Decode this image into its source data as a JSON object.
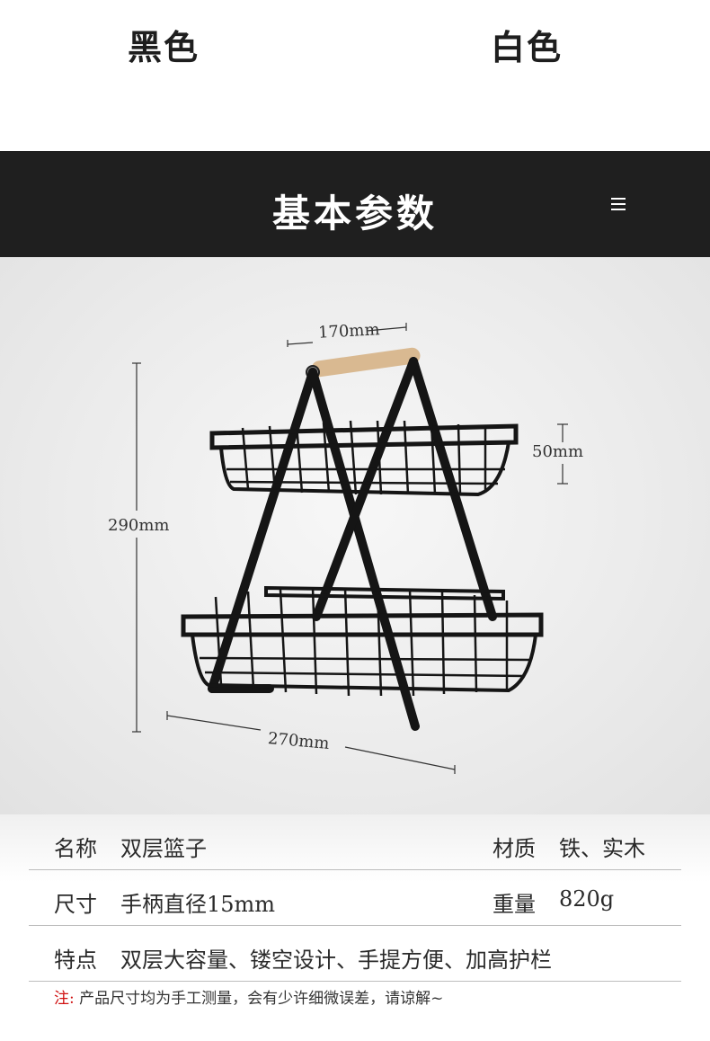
{
  "color_options": {
    "black": "黑色",
    "white": "白色"
  },
  "banner": {
    "title": "基本参数",
    "background": "#1f1f1f"
  },
  "dimensions": {
    "top_width": "170mm",
    "basket_height": "50mm",
    "total_height": "290mm",
    "bottom_width": "270mm"
  },
  "specs": {
    "name_label": "名称",
    "name_value": "双层篮子",
    "material_label": "材质",
    "material_value": "铁、实木",
    "size_label": "尺寸",
    "size_value": "手柄直径15mm",
    "weight_label": "重量",
    "weight_value": "820g",
    "feature_label": "特点",
    "feature_value": "双层大容量、镂空设计、手提方便、加高护栏"
  },
  "note": {
    "prefix": "注:",
    "text": "产品尺寸均为手工测量，会有少许细微误差，请谅解~",
    "prefix_color": "#d01010"
  }
}
